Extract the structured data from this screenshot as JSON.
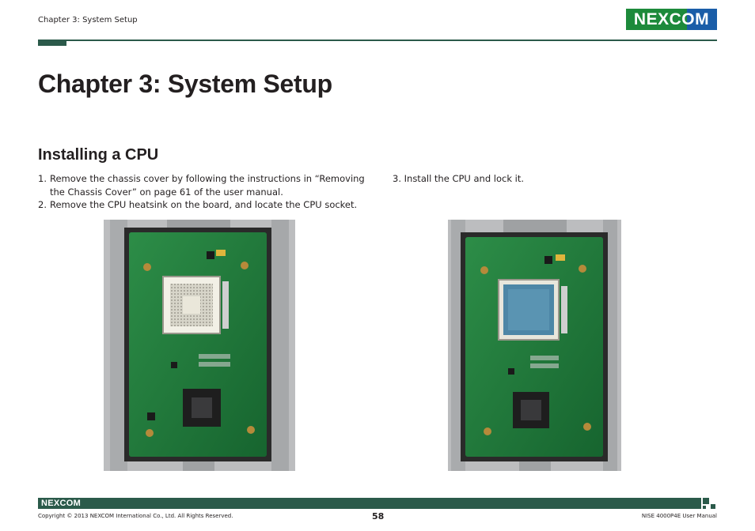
{
  "header": {
    "chapter_label": "Chapter 3: System Setup",
    "brand_logo": "NEXCOM",
    "brand_colors": {
      "green": "#1d8a3b",
      "blue": "#1a5da8",
      "rule": "#2b5a4a"
    }
  },
  "main": {
    "chapter_title": "Chapter 3: System Setup",
    "section_title": "Installing a CPU",
    "steps_left": [
      {
        "num": "1.",
        "text": "Remove the chassis cover by following the instructions in “Removing the Chassis Cover” on page 61 of the user manual."
      },
      {
        "num": "2.",
        "text": "Remove the CPU heatsink on the board, and locate the CPU socket."
      }
    ],
    "steps_right": [
      {
        "num": "3.",
        "text": "Install the CPU and lock it."
      }
    ],
    "photos": [
      {
        "name": "board-with-empty-cpu-socket"
      },
      {
        "name": "board-with-installed-cpu"
      }
    ]
  },
  "footer": {
    "brand_logo": "NEXCOM",
    "copyright": "Copyright © 2013 NEXCOM International Co., Ltd. All Rights Reserved.",
    "page_number": "58",
    "manual_name": "NISE 4000P4E User Manual"
  }
}
